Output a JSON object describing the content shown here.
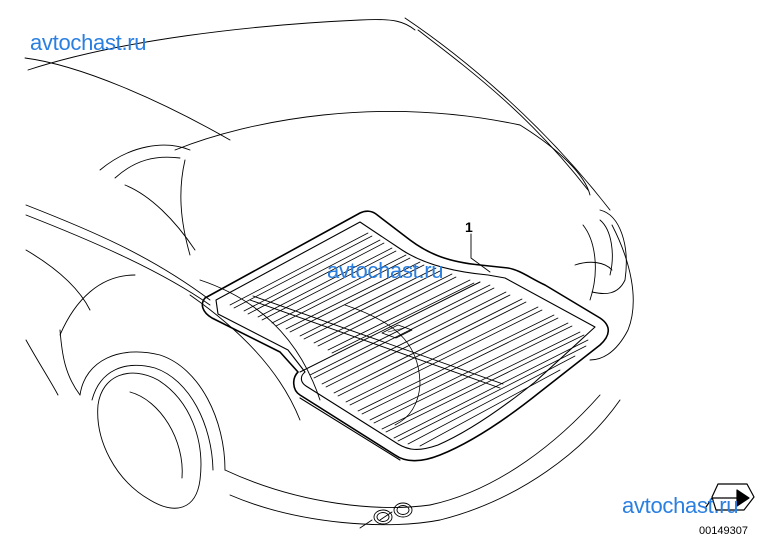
{
  "watermarks": [
    "avtochast.ru",
    "avtochast.ru",
    "avtochast.ru"
  ],
  "callouts": [
    {
      "label": "1"
    }
  ],
  "catalog": {
    "number": "00149307",
    "icon": "arrow-redirect-icon"
  },
  "colors": {
    "line": "#000000",
    "watermark": "#2a7fe0",
    "background": "#ffffff"
  }
}
